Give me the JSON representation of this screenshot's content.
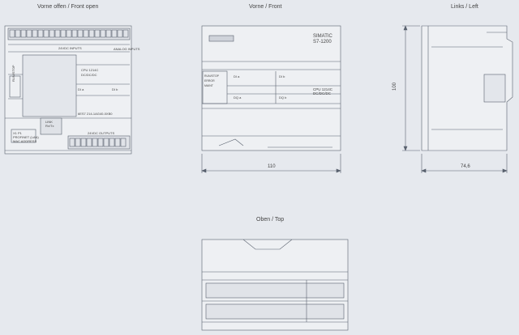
{
  "views": {
    "front_open": {
      "title": "Vorne offen / Front open"
    },
    "front": {
      "title": "Vorne / Front",
      "brand_line1": "SIMATIC",
      "brand_line2": "S7-1200",
      "cpu_line1": "CPU 1214C",
      "cpu_line2": "DC/DC/DC",
      "width_dim": "110"
    },
    "left": {
      "title": "Links / Left",
      "height_dim": "100",
      "depth_dim": "74,6"
    },
    "top": {
      "title": "Oben / Top"
    }
  },
  "inner_labels": {
    "run_stop": "RUN/STOP",
    "error": "ERROR",
    "maint": "MAINT",
    "di_a": "DI a",
    "di_b": "DI b",
    "dq_a": "DQ a",
    "dq_b": "DQ b",
    "inputs": "24VDC INPUTS",
    "outputs": "24VDC OUTPUTS",
    "analog": "ANALOG INPUTS",
    "order_no": "6ES7 214-1AG40-0XB0",
    "profinet": "PROFINET (LAN)",
    "mac": "MAC ADDRESS",
    "x1p1": "X1 P1",
    "link": "LINK",
    "rx_tx": "Rx/Tx"
  }
}
